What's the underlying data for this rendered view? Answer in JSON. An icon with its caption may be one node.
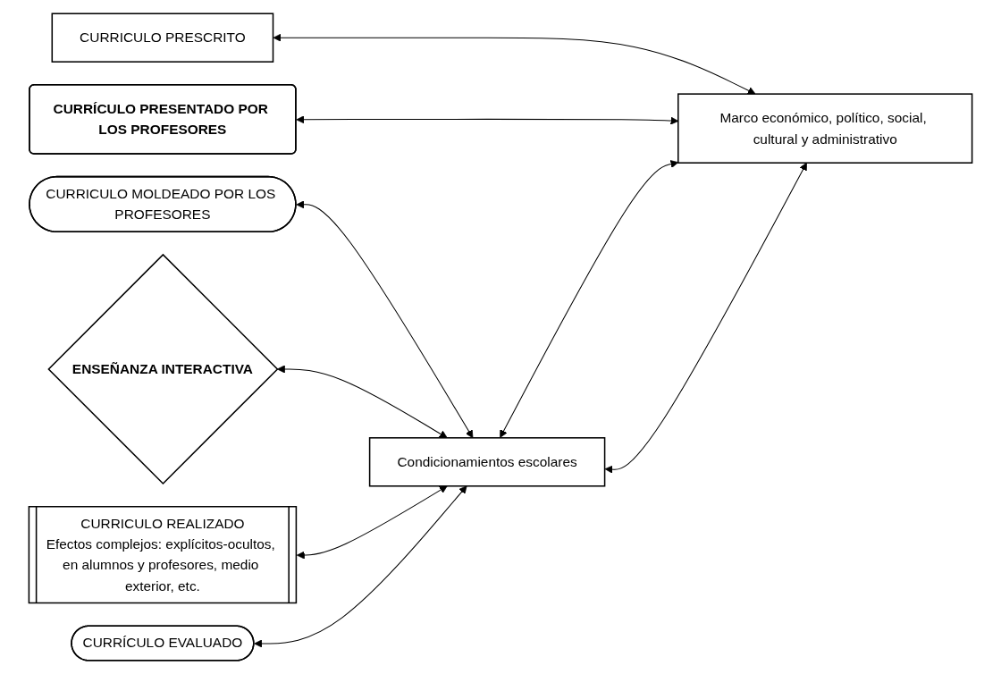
{
  "diagram": {
    "nodes": [
      {
        "text": [
          "CURRICULO PRESCRITO"
        ]
      },
      {
        "text": [
          "CURRÍCULO PRESENTADO POR LOS PROFESORES"
        ]
      },
      {
        "text": [
          "CURRICULO MOLDEADO POR LOS PROFESORES"
        ]
      },
      {
        "text": [
          "ENSEÑANZA INTERACTIVA"
        ]
      },
      {
        "text": [
          "CURRICULO REALIZADO",
          "Efectos complejos: explícitos-ocultos, en alumnos y profesores, medio exterior, etc."
        ]
      },
      {
        "text": [
          "CURRÍCULO EVALUADO"
        ]
      },
      {
        "text": [
          "Condicionamientos escolares"
        ]
      },
      {
        "text": [
          "Marco económico, político, social, cultural y administrativo"
        ]
      }
    ],
    "edges": [
      {
        "from": 0,
        "to": 7,
        "arrow": "both"
      },
      {
        "from": 1,
        "to": 7,
        "arrow": "both"
      },
      {
        "from": 2,
        "to": 6,
        "arrow": "both"
      },
      {
        "from": 3,
        "to": 6,
        "arrow": "both"
      },
      {
        "from": 4,
        "to": 6,
        "arrow": "both"
      },
      {
        "from": 5,
        "to": 6,
        "arrow": "both"
      },
      {
        "from": 6,
        "to": 7,
        "arrow": "both"
      },
      {
        "from": 6,
        "to": 7,
        "arrow": "both"
      }
    ]
  }
}
